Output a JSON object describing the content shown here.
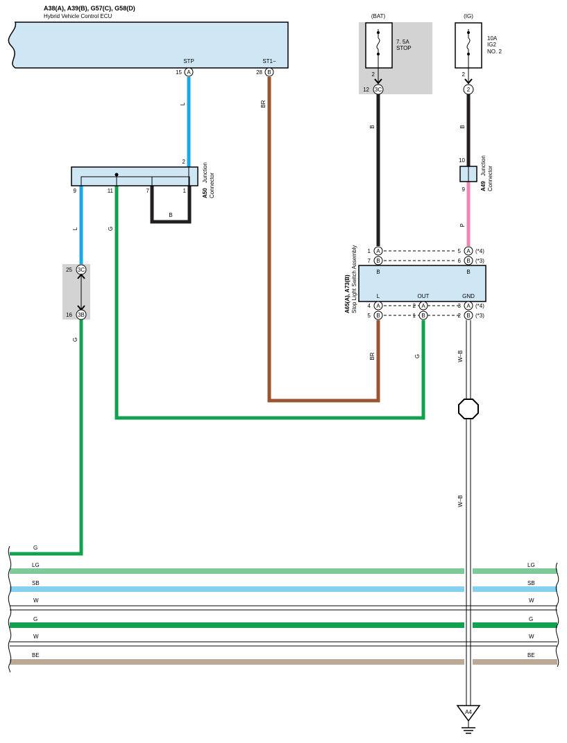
{
  "ecu": {
    "connectors": "A38(A), A39(B), G57(C), G58(D)",
    "name": "Hybrid Vehicle Control ECU",
    "pins": [
      {
        "name": "STP",
        "pin": "15",
        "conn": "A"
      },
      {
        "name": "ST1−",
        "pin": "28",
        "conn": "B"
      }
    ]
  },
  "fuses": [
    {
      "source": "(BAT)",
      "rating": "7. 5A",
      "name": "STOP",
      "name2": "",
      "pin": "2",
      "jpin": "12",
      "jconn": "3C"
    },
    {
      "source": "(IG)",
      "rating": "10A",
      "name": "IG2",
      "name2": "NO. 2",
      "pin": "2",
      "jconn": "2"
    }
  ],
  "a50": {
    "id": "A50",
    "label1": "Junction",
    "label2": "Connector",
    "pins": [
      "2",
      "9",
      "11",
      "7",
      "1"
    ]
  },
  "a49": {
    "id": "A49",
    "label1": "Junction",
    "label2": "Connector",
    "pins": [
      "10",
      "9"
    ]
  },
  "relay_connector": {
    "top": {
      "pin": "25",
      "conn": "3C"
    },
    "bottom": {
      "pin": "16",
      "conn": "3B"
    }
  },
  "stop_switch": {
    "connectors": "A65(A), A73(B)",
    "name": "Stop Light Switch Assembly",
    "terminals_top": [
      "B",
      "B"
    ],
    "terminals_bottom": [
      "L",
      "OUT",
      "GND"
    ],
    "pins": [
      {
        "row": "top-A",
        "left_pin": "1",
        "left_conn": "A",
        "right_pin": "5",
        "right_conn": "A",
        "note": "(*4)"
      },
      {
        "row": "top-B",
        "left_pin": "7",
        "left_conn": "B",
        "right_pin": "6",
        "right_conn": "B",
        "note": "(*3)"
      },
      {
        "row": "bot-A",
        "pin_l": "4",
        "conn_l": "A",
        "pin_m": "2",
        "conn_m": "A",
        "pin_r": "3",
        "conn_r": "A",
        "note": "(*4)"
      },
      {
        "row": "bot-B",
        "pin_l": "5",
        "conn_l": "B",
        "pin_m": "1",
        "conn_m": "B",
        "pin_r": "2",
        "conn_r": "B",
        "note": "(*3)"
      }
    ]
  },
  "wire_labels": {
    "stp": "L",
    "st1": "BR",
    "bat": "B",
    "ig": "B",
    "a50_9": "L",
    "a50_11": "G",
    "a50_jumper": "B",
    "a49_9": "P",
    "relay_down": "G",
    "switch_l": "BR",
    "switch_out": "G",
    "gnd_upper": "W–B",
    "gnd_lower": "W–B"
  },
  "bus": [
    {
      "left": "G",
      "right": ""
    },
    {
      "left": "LG",
      "right": "LG"
    },
    {
      "left": "SB",
      "right": "SB"
    },
    {
      "left": "W",
      "right": "W"
    },
    {
      "left": "G",
      "right": "G"
    },
    {
      "left": "W",
      "right": "W"
    },
    {
      "left": "BE",
      "right": "BE"
    }
  ],
  "ground": {
    "id": "A4"
  },
  "colors": {
    "box_fill": "#cfe7f5",
    "shade": "#d3d3d3",
    "L": "#1aa9e6",
    "BR": "#9b5430",
    "B": "#231f20",
    "G": "#12a24f",
    "P": "#ee86b6",
    "LG": "#7fc99a",
    "SB": "#87d0ef",
    "BE": "#bba998"
  }
}
